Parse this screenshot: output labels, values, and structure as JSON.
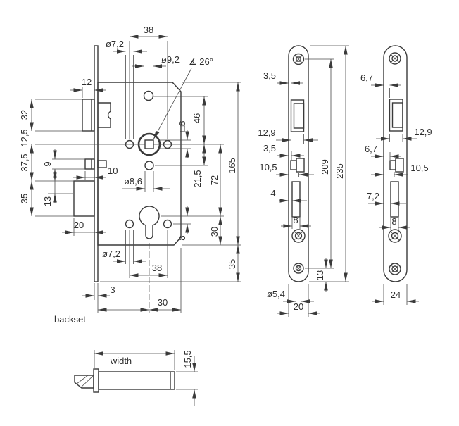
{
  "colors": {
    "line": "#3a3a3a",
    "background": "#ffffff"
  },
  "drawing": {
    "body": {
      "d38_top": "38",
      "d7_2_top": "ø7,2",
      "d9_2": "ø9,2",
      "angle": "∡ 26°",
      "d12": "12",
      "d32": "32",
      "d12_5": "12,5",
      "d37_5": "37,5",
      "d9": "9",
      "d35_left": "35",
      "d13": "13",
      "d10": "10",
      "d20": "20",
      "sq8": "□8",
      "d46": "46",
      "d21_5": "21,5",
      "d72": "72",
      "d165": "165",
      "d8_6": "ø8,6",
      "d8_cyl": "8",
      "d30_right": "30",
      "d35_bot": "35",
      "d7_2_bot": "ø7,2",
      "d38_bot": "38",
      "d3": "3",
      "d30_backset": "30",
      "backset": "backset"
    },
    "plate20": {
      "d3_5_top": "3,5",
      "d12_9": "12,9",
      "d3_5_mid": "3,5",
      "d10_5": "10,5",
      "d4": "4",
      "d8": "8",
      "d5_4": "ø5,4",
      "d20": "20",
      "d13": "13",
      "d209": "209",
      "d235": "235"
    },
    "plate24": {
      "d6_7_top": "6,7",
      "d12_9": "12,9",
      "d6_7_mid": "6,7",
      "d10_5": "10,5",
      "d7_2": "7,2",
      "d8": "8",
      "d24": "24"
    },
    "bottom_view": {
      "width_label": "width",
      "d15_5": "15,5"
    }
  }
}
